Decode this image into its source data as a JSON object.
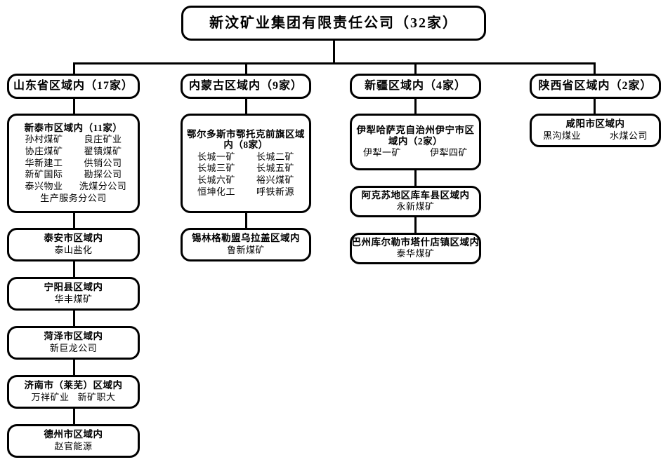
{
  "root": {
    "title": "新汶矿业集团有限责任公司（32家）"
  },
  "regions": [
    {
      "header": "山东省区域内（17家）",
      "groups": [
        {
          "title": "新泰市区域内（11家）",
          "members": [
            "孙村煤矿",
            "良庄矿业",
            "协庄煤矿",
            "翟镇煤矿",
            "华新建工",
            "供销公司",
            "新矿国际",
            "勘探公司",
            "泰兴物业",
            "洗煤分公司",
            "生产服务分公司"
          ]
        },
        {
          "title": "泰安市区域内",
          "members": [
            "泰山盐化"
          ]
        },
        {
          "title": "宁阳县区域内",
          "members": [
            "华丰煤矿"
          ]
        },
        {
          "title": "菏泽市区域内",
          "members": [
            "新巨龙公司"
          ]
        },
        {
          "title": "济南市（莱芜）区域内",
          "members": [
            "万祥矿业",
            "新矿职大"
          ]
        },
        {
          "title": "德州市区域内",
          "members": [
            "赵官能源"
          ]
        }
      ]
    },
    {
      "header": "内蒙古区域内（9家）",
      "groups": [
        {
          "title": "鄂尔多斯市鄂托克前旗区域内（8家）",
          "members": [
            "长城一矿",
            "长城二矿",
            "长城三矿",
            "长城五矿",
            "长城六矿",
            "裕兴煤矿",
            "恒坤化工",
            "呼铁新源"
          ]
        },
        {
          "title": "锡林格勒盟乌拉盖区域内",
          "members": [
            "鲁新煤矿"
          ]
        }
      ]
    },
    {
      "header": "新疆区域内（4家）",
      "groups": [
        {
          "title": "伊犁哈萨克自治州伊宁市区域内（2家）",
          "members": [
            "伊犁一矿",
            "伊犁四矿"
          ]
        },
        {
          "title": "阿克苏地区库车县区域内",
          "members": [
            "永新煤矿"
          ]
        },
        {
          "title": "巴州库尔勒市塔什店镇区域内",
          "members": [
            "泰华煤矿"
          ]
        }
      ]
    },
    {
      "header": "陕西省区域内（2家）",
      "groups": [
        {
          "title": "咸阳市区域内",
          "members": [
            "黑沟煤业",
            "水煤公司"
          ]
        }
      ]
    }
  ],
  "colors": {
    "stroke": "#000000",
    "background": "#ffffff",
    "text": "#000000"
  }
}
